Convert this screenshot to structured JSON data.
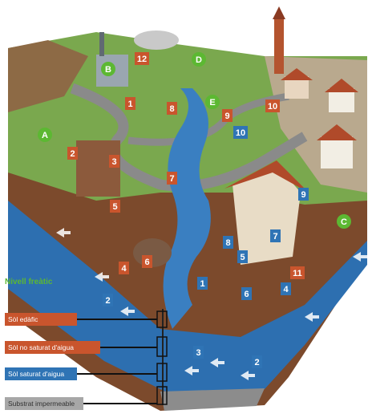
{
  "legend": {
    "title": "Nivell freàtic",
    "layers": [
      {
        "label": "Sòl edàfic",
        "color": "#c9552d"
      },
      {
        "label": "Sòl no saturat d'aigua",
        "color": "#c9552d"
      },
      {
        "label": "Sòl saturat d'aigua",
        "color": "#2f74b5"
      },
      {
        "label": "Substrat impermeable",
        "color": "#a7a7a7"
      }
    ]
  },
  "zones": [
    "A",
    "B",
    "C",
    "D",
    "E"
  ],
  "numbers": {
    "n1": "1",
    "n2": "2",
    "n3": "3",
    "n4": "4",
    "n5": "5",
    "n6": "6",
    "n7": "7",
    "n8": "8",
    "n9": "9",
    "n10": "10",
    "n11": "11",
    "n12": "12"
  },
  "colors": {
    "zone_badge": "#5cb832",
    "red_badge": "#c9552d",
    "blue_badge": "#2f74b5",
    "water": "#3a7fc1",
    "groundwater": "#2d6fb0"
  }
}
